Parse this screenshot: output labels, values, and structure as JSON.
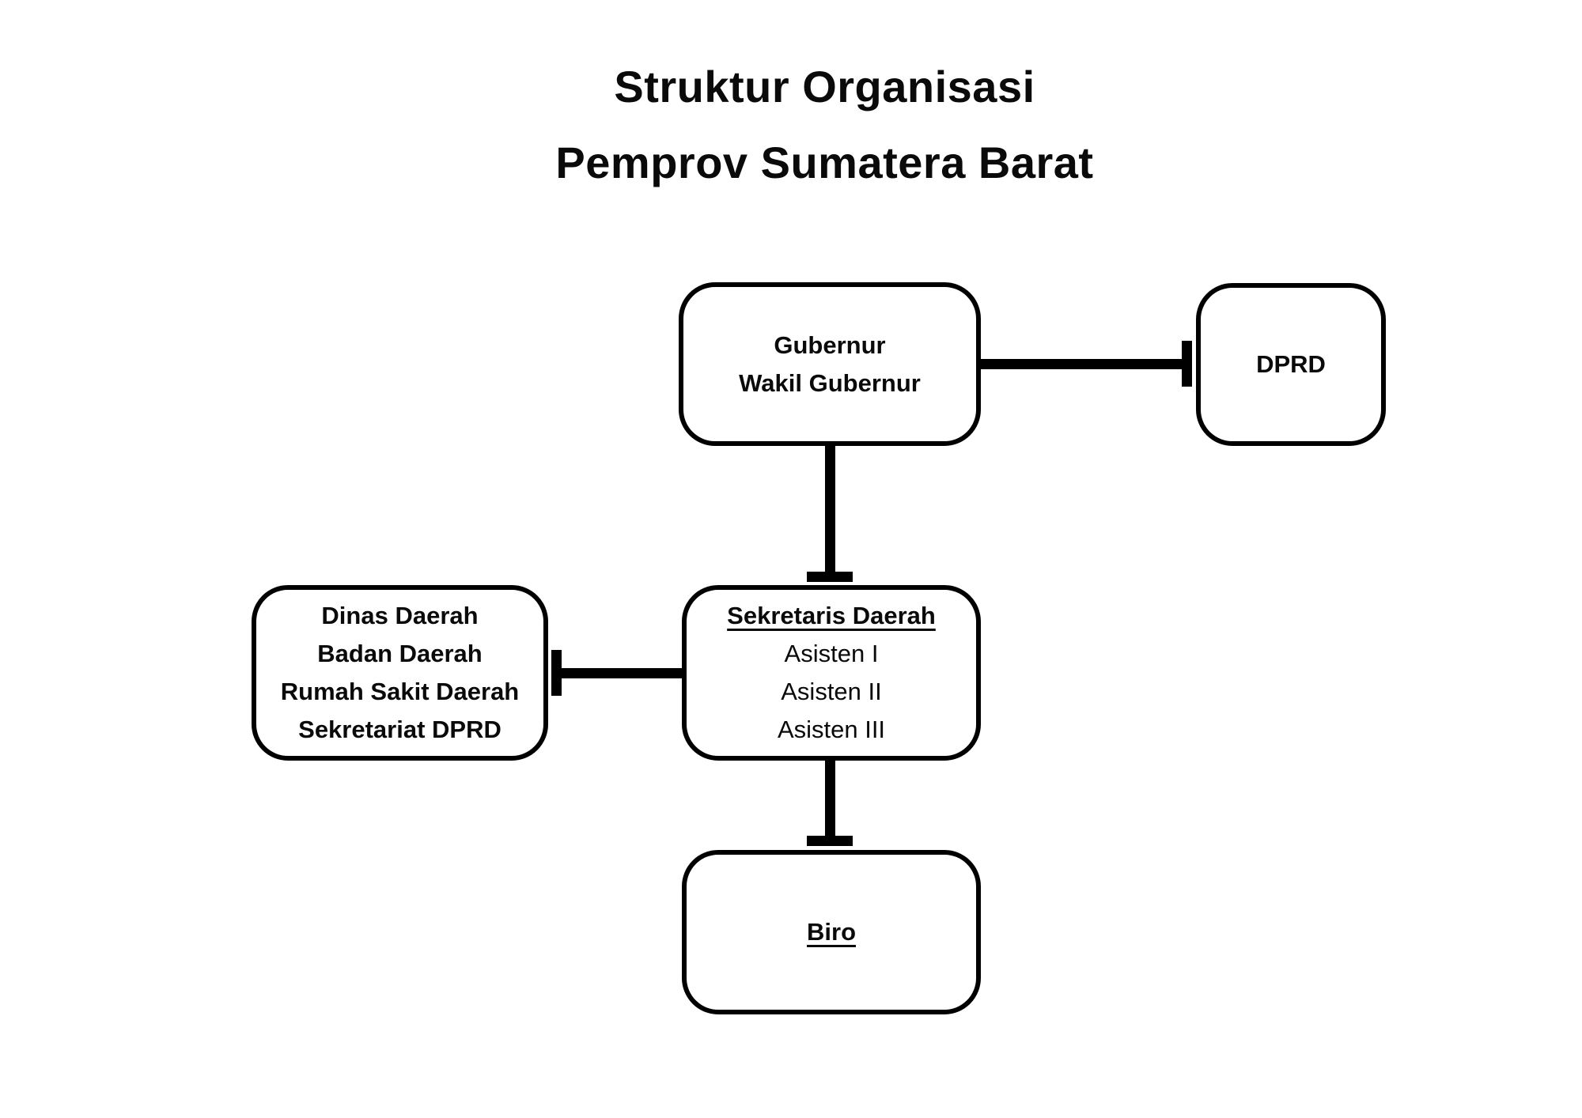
{
  "title": {
    "line1": "Struktur Organisasi",
    "line2": "Pemprov Sumatera Barat"
  },
  "nodes": {
    "gubernur": {
      "lines": [
        "Gubernur",
        "Wakil Gubernur"
      ]
    },
    "dprd": {
      "label": "DPRD"
    },
    "sekretaris": {
      "heading": "Sekretaris Daerah",
      "lines": [
        "Asisten I",
        "Asisten II",
        "Asisten III"
      ]
    },
    "dinas": {
      "lines": [
        "Dinas Daerah",
        "Badan Daerah",
        "Rumah Sakit Daerah",
        "Sekretariat DPRD"
      ]
    },
    "biro": {
      "heading": "Biro"
    }
  },
  "edges": [
    {
      "from": "gubernur",
      "to": "dprd"
    },
    {
      "from": "gubernur",
      "to": "sekretaris"
    },
    {
      "from": "sekretaris",
      "to": "dinas"
    },
    {
      "from": "sekretaris",
      "to": "biro"
    }
  ],
  "colors": {
    "background": "#ffffff",
    "border": "#000000",
    "line": "#000000",
    "text": "#0a0a0a"
  }
}
